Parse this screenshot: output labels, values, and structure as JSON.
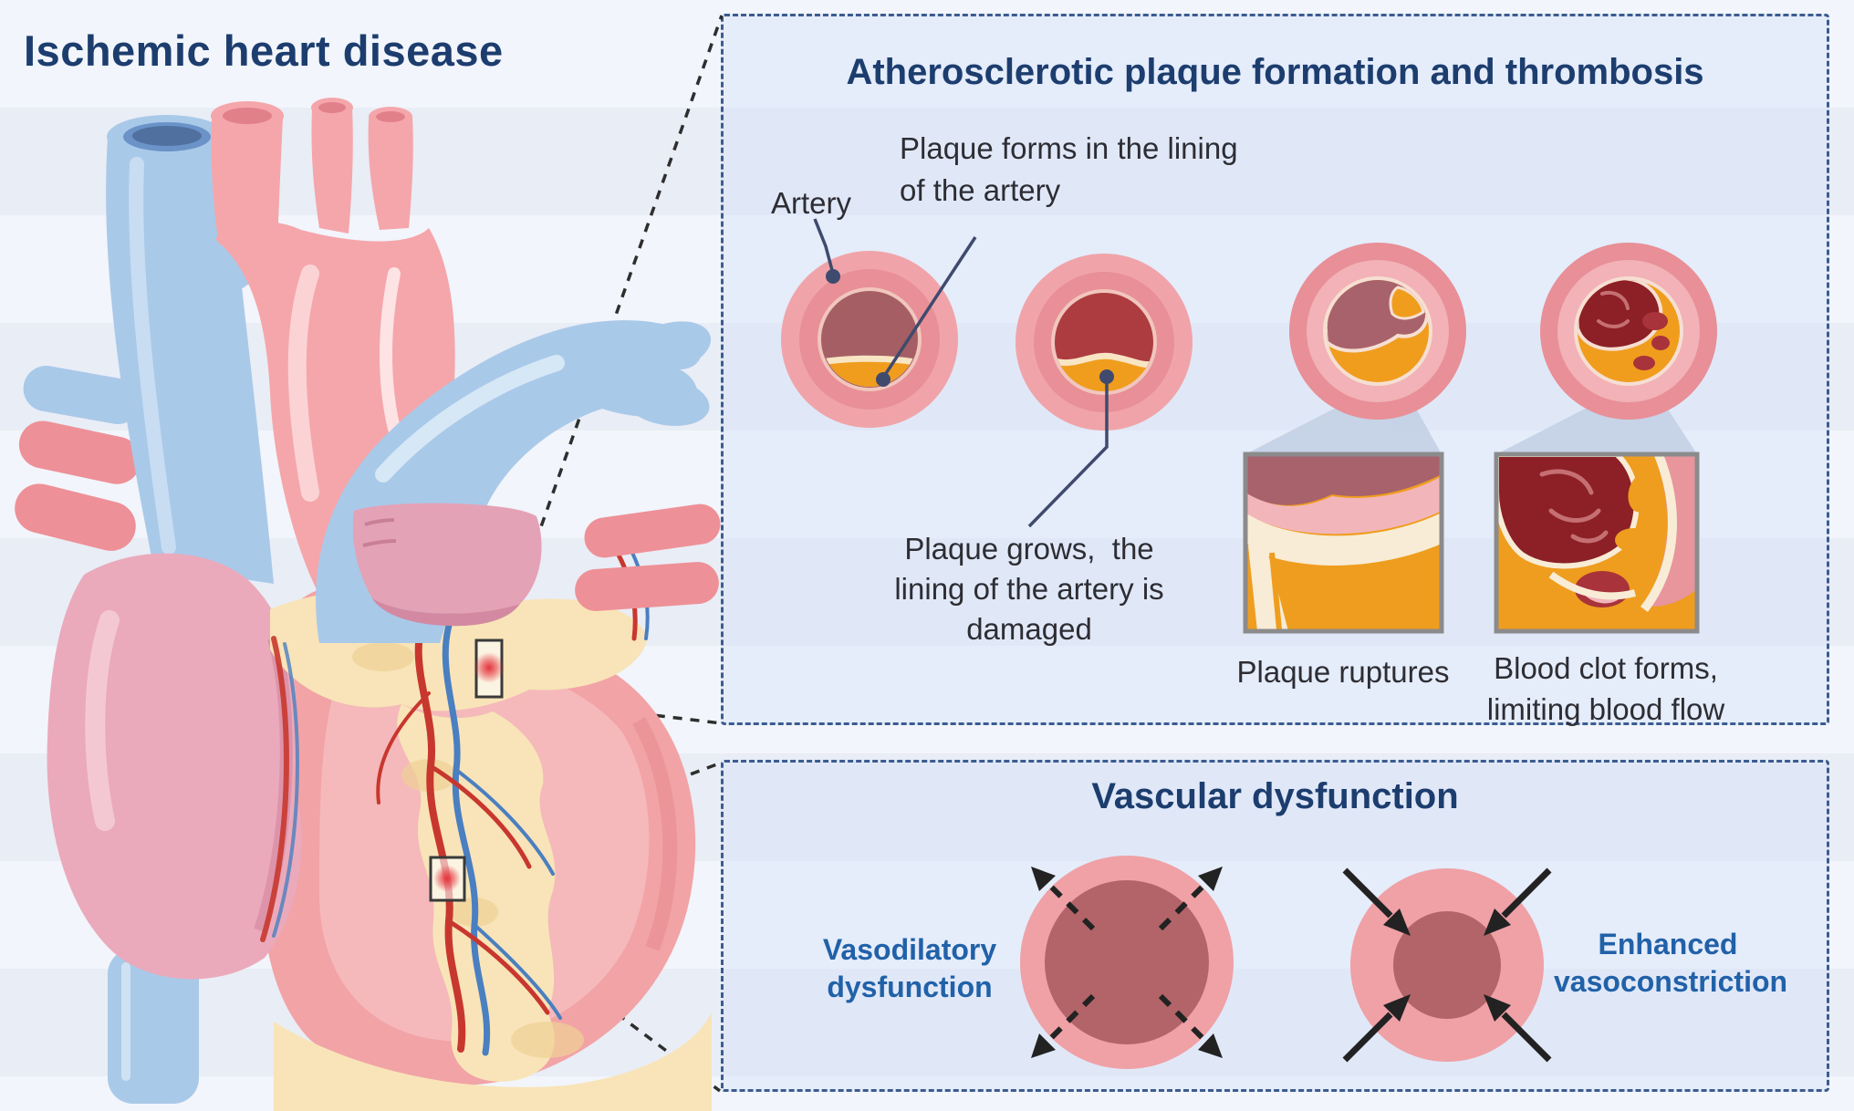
{
  "main_title": "Ischemic heart disease",
  "top_panel": {
    "title": "Atherosclerotic plaque formation and thrombosis",
    "artery_label": "Artery",
    "plaque_forms_label": {
      "line1": "Plaque forms in the lining",
      "line2": "of the artery"
    },
    "plaque_grows_label": {
      "line1": "Plaque grows,  the",
      "line2": "lining of the artery is",
      "line3": "damaged"
    },
    "rupture_caption": "Plaque ruptures",
    "clot_caption": {
      "line1": "Blood clot forms,",
      "line2": "limiting blood flow"
    }
  },
  "bottom_panel": {
    "title": "Vascular dysfunction",
    "vasodilatory_label": {
      "line1": "Vasodilatory",
      "line2": "dysfunction"
    },
    "vasoconstriction_label": {
      "line1": "Enhanced",
      "line2": "vasoconstriction"
    }
  },
  "colors": {
    "title_navy": "#1c3d6e",
    "label_blue": "#2161a8",
    "body_text": "#2d2d33",
    "panel_border": "#3c5c90",
    "artery_outer_pink": "#f0a4a9",
    "artery_wall_pink": "#e88f97",
    "pale_intima": "#f1c6bd",
    "lumen_rose": "#a55f64",
    "lumen_red": "#ad3c41",
    "plaque_orange": "#f09d1e",
    "clot_dark_red": "#8c2026",
    "vessel_blue": "#a9c9e9",
    "vessel_pink": "#f5a6ab",
    "atrium_mauve": "#eaaabb",
    "fat_cream": "#f8e4b8",
    "coronary_red": "#c8372e",
    "coronary_vein_blue": "#4a7fc1",
    "glow_red": "#e3343c",
    "zoom_beam": "#c2cfe3",
    "leader_line": "#3f4a6e",
    "connector_line": "#2e2e2e"
  }
}
